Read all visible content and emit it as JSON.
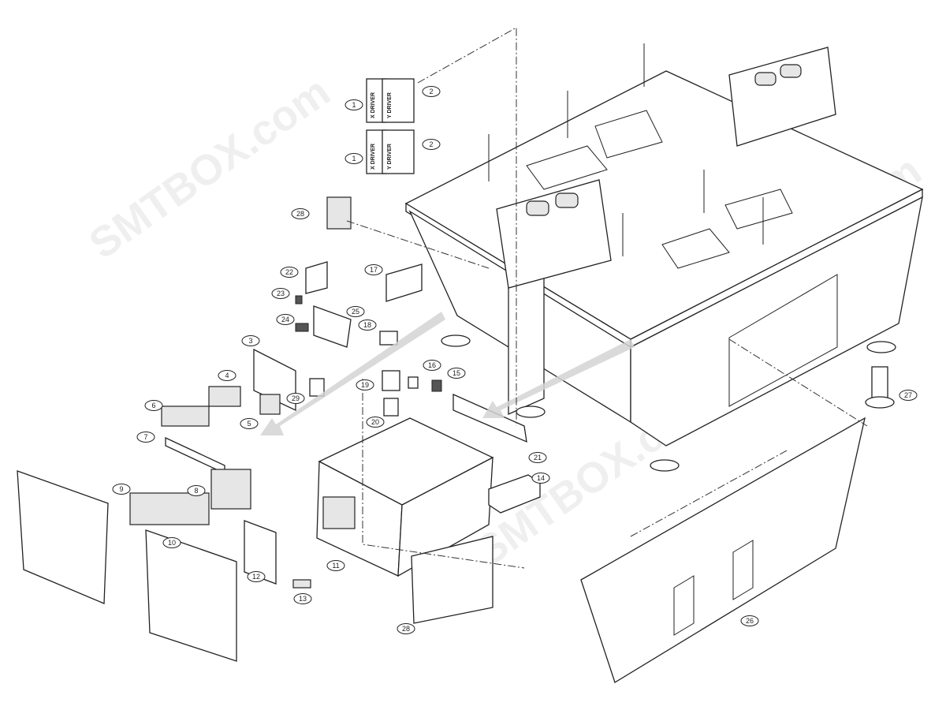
{
  "watermark": "SMTBOX.com",
  "driver_labels": {
    "x": "X DRIVER",
    "y": "Y DRIVER"
  },
  "callouts": [
    "1",
    "2",
    "1",
    "2",
    "28",
    "22",
    "23",
    "25",
    "24",
    "17",
    "18",
    "3",
    "4",
    "29",
    "19",
    "16",
    "15",
    "20",
    "6",
    "5",
    "7",
    "21",
    "8",
    "9",
    "10",
    "14",
    "11",
    "12",
    "13",
    "28",
    "26",
    "27"
  ],
  "colors": {
    "line": "#222222",
    "arrow": "#d4d4d4",
    "background": "#ffffff"
  }
}
